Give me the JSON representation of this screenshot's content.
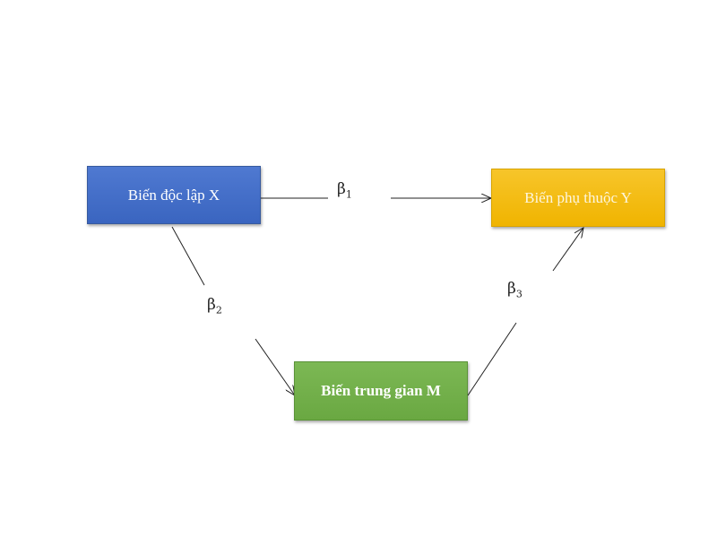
{
  "nodes": {
    "independent": {
      "label": "Biến độc lập X",
      "color": "#4472c4"
    },
    "dependent": {
      "label": "Biến phụ thuộc Y",
      "color": "#ffc000"
    },
    "mediator": {
      "label": "Biến trung gian M",
      "color": "#70ad47"
    }
  },
  "edges": {
    "x_to_y": {
      "symbol": "β",
      "index": "1"
    },
    "x_to_m": {
      "symbol": "β",
      "index": "2"
    },
    "m_to_y": {
      "symbol": "β",
      "index": "3"
    }
  }
}
